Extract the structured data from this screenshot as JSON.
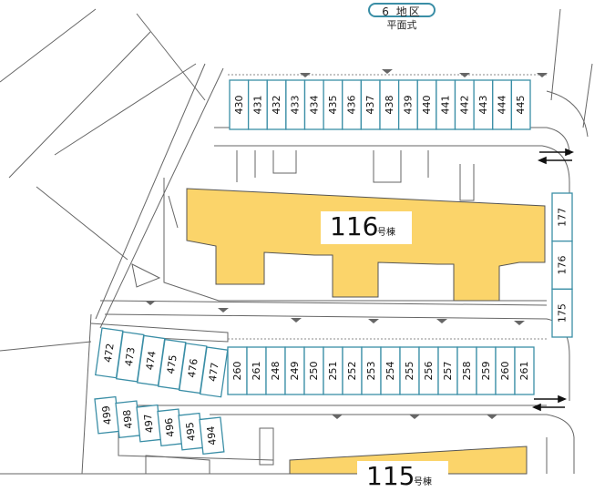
{
  "header": {
    "district": "6 地区",
    "parking_type": "平面式"
  },
  "buildings": {
    "b116": {
      "number": "116",
      "suffix": "号棟"
    },
    "b115": {
      "number": "115",
      "suffix": "号棟"
    }
  },
  "colors": {
    "building_fill": "#fbd46a",
    "building_stroke": "#555555",
    "space_stroke": "#3a8ea6",
    "line": "#666666"
  },
  "parking": {
    "top_row": [
      "430",
      "431",
      "432",
      "433",
      "434",
      "435",
      "436",
      "437",
      "438",
      "439",
      "440",
      "441",
      "442",
      "443",
      "444",
      "445"
    ],
    "right_column": [
      "177",
      "176",
      "175"
    ],
    "middle_row": [
      "260",
      "261",
      "248",
      "249",
      "250",
      "251",
      "252",
      "253",
      "254",
      "255",
      "256",
      "257",
      "258",
      "259",
      "260",
      "261"
    ],
    "left_upper": [
      "472",
      "473",
      "474",
      "475",
      "476",
      "477"
    ],
    "left_lower": [
      "499",
      "498",
      "497",
      "496",
      "495",
      "494"
    ]
  }
}
